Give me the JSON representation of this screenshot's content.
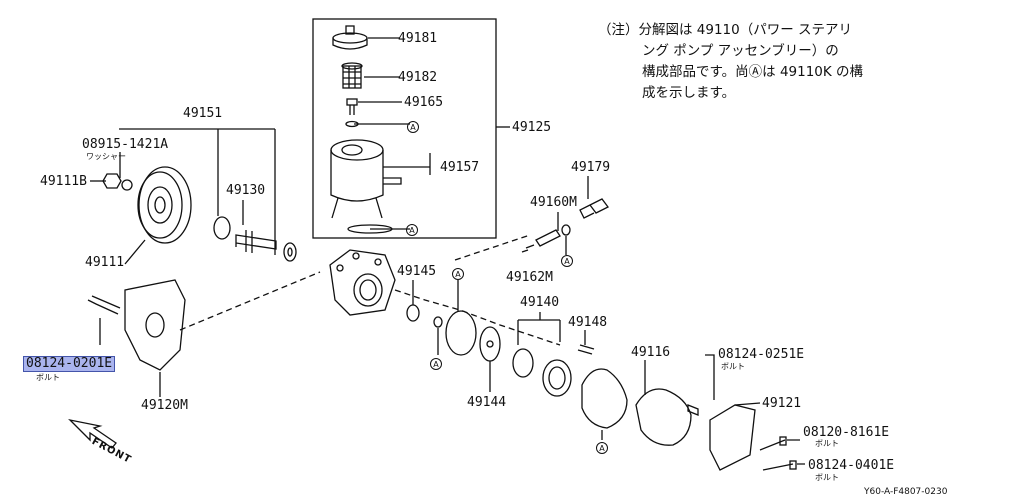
{
  "note": {
    "prefix": "（注）",
    "text_line1": "分解図は 49110（パワー ステアリ",
    "text_line2": "ング ポンプ アッセンブリー）の",
    "text_line3": "構成部品です。尚Ⓐは 49110K の構",
    "text_line4": "成を示します。"
  },
  "parts": {
    "p49181": "49181",
    "p49182": "49182",
    "p49165": "49165",
    "p49125": "49125",
    "p49157": "49157",
    "p49151": "49151",
    "p08915": "08915-1421A",
    "p08915_sub": "ワッシャー",
    "p49111B": "49111B",
    "p49130": "49130",
    "p49111": "49111",
    "p49179": "49179",
    "p49160M": "49160M",
    "p49162M": "49162M",
    "p49145": "49145",
    "p49140": "49140",
    "p49148": "49148",
    "p49144": "49144",
    "p49116": "49116",
    "p08124_0251E": "08124-0251E",
    "p08124_0251E_sub": "ボルト",
    "p49121": "49121",
    "p08120_8161E": "08120-8161E",
    "p08120_8161E_sub": "ボルト",
    "p08124_0401E": "08124-0401E",
    "p08124_0401E_sub": "ボルト",
    "p08124_0201E": "08124-0201E",
    "p08124_0201E_sub": "ボルト",
    "p49120M": "49120M"
  },
  "marker": "Ⓐ",
  "front_label": "FRONT",
  "diagram_code": "Y60-A-F4807-0230",
  "highlight_color": "#aab4ee"
}
